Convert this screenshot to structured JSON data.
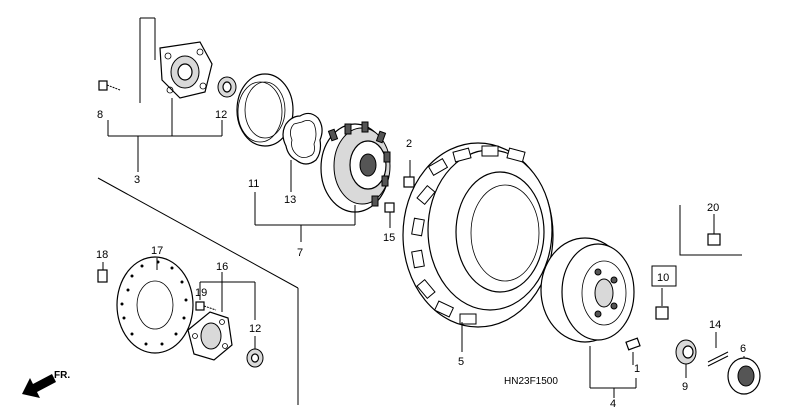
{
  "diagram": {
    "code": "HN23F1500",
    "direction_label": "FR.",
    "callouts": {
      "c1": "1",
      "c2": "2",
      "c3": "3",
      "c4": "4",
      "c5": "5",
      "c6": "6",
      "c7": "7",
      "c8": "8",
      "c9": "9",
      "c10": "10",
      "c11": "11",
      "c12a": "12",
      "c12b": "12",
      "c13": "13",
      "c14": "14",
      "c15": "15",
      "c16": "16",
      "c17": "17",
      "c18": "18",
      "c19": "19",
      "c20": "20"
    }
  }
}
